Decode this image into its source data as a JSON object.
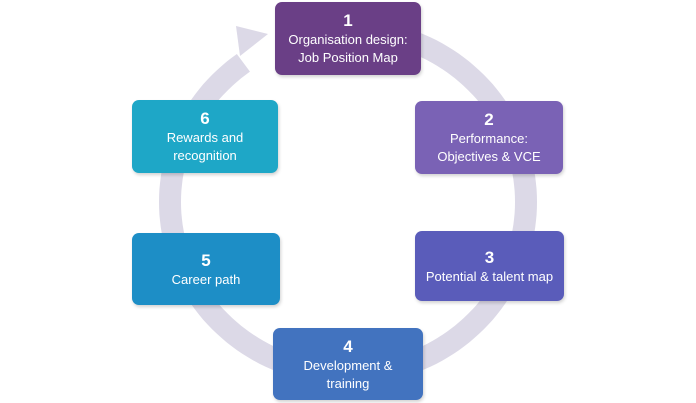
{
  "diagram": {
    "steps": [
      {
        "number": "1",
        "label_lines": [
          "Organisation design:",
          "Job Position Map"
        ],
        "color": "#6a3f86"
      },
      {
        "number": "2",
        "label_lines": [
          "Performance:",
          "Objectives & VCE"
        ],
        "color": "#7a62b5"
      },
      {
        "number": "3",
        "label_lines": [
          "Potential & talent map"
        ],
        "color": "#5a5cba"
      },
      {
        "number": "4",
        "label_lines": [
          "Development &",
          "training"
        ],
        "color": "#4273bf"
      },
      {
        "number": "5",
        "label_lines": [
          "Career path"
        ],
        "color": "#1d8ec6"
      },
      {
        "number": "6",
        "label_lines": [
          "Rewards and",
          "recognition"
        ],
        "color": "#1ea7c7"
      }
    ],
    "cycle_ring_color": "#dcd9e7"
  }
}
